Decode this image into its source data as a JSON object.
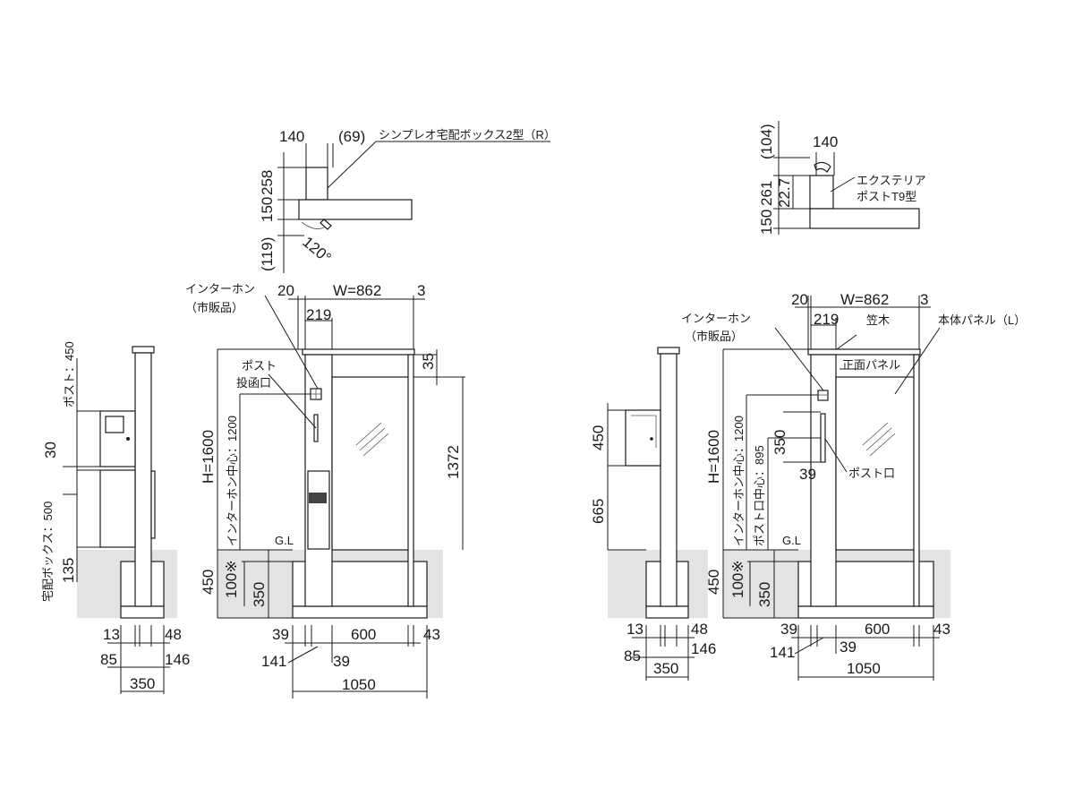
{
  "top_left": {
    "dim_140": "140",
    "dim_69": "(69)",
    "label_box": "シンプレオ宅配ボックス2型（R）",
    "dim_258": "258",
    "dim_150": "150",
    "dim_119": "(119)",
    "angle": "120°"
  },
  "top_right": {
    "dim_104": "(104)",
    "dim_140": "140",
    "dim_261": "261",
    "dim_227": "22.7",
    "dim_150": "150",
    "label_post_1": "エクステリア",
    "label_post_2": "ポストT9型"
  },
  "left_side": {
    "label_post_450": "ポスト：450",
    "label_box_500": "宅配ボックス：500",
    "dim_30": "30",
    "dim_135": "135",
    "dim_13": "13",
    "dim_48": "48",
    "dim_85": "85",
    "dim_146": "146",
    "dim_350": "350"
  },
  "left_front": {
    "intercom": "インターホン",
    "intercom_sub": "（市販品）",
    "post": "ポスト",
    "post_slot": "投函口",
    "dim_20": "20",
    "dim_w": "W=862",
    "dim_3": "3",
    "dim_219": "219",
    "dim_35": "35",
    "dim_h": "H=1600",
    "intercom_center": "インターホン中心：1200",
    "dim_1372": "1372",
    "gl": "G.L",
    "dim_450": "450",
    "dim_100": "100※",
    "dim_350": "350",
    "dim_39a": "39",
    "dim_600": "600",
    "dim_43": "43",
    "dim_141": "141",
    "dim_39b": "39",
    "dim_1050": "1050"
  },
  "right_side": {
    "dim_450": "450",
    "dim_665": "665",
    "dim_13": "13",
    "dim_48": "48",
    "dim_85": "85",
    "dim_146": "146",
    "dim_350": "350"
  },
  "right_front": {
    "intercom": "インターホン",
    "intercom_sub": "（市販品）",
    "kasagi": "笠木",
    "main_panel": "本体パネル（L）",
    "front_panel": "正面パネル",
    "dim_20": "20",
    "dim_w": "W=862",
    "dim_3": "3",
    "dim_219": "219",
    "dim_h": "H=1600",
    "intercom_center": "インターホン中心：1200",
    "post_center": "ポスト口中心：895",
    "dim_350_top": "350",
    "dim_39_top": "39",
    "post_slot": "ポスト口",
    "gl": "G.L",
    "dim_450": "450",
    "dim_100": "100※",
    "dim_350": "350",
    "dim_39a": "39",
    "dim_600": "600",
    "dim_43": "43",
    "dim_141": "141",
    "dim_39b": "39",
    "dim_1050": "1050"
  }
}
